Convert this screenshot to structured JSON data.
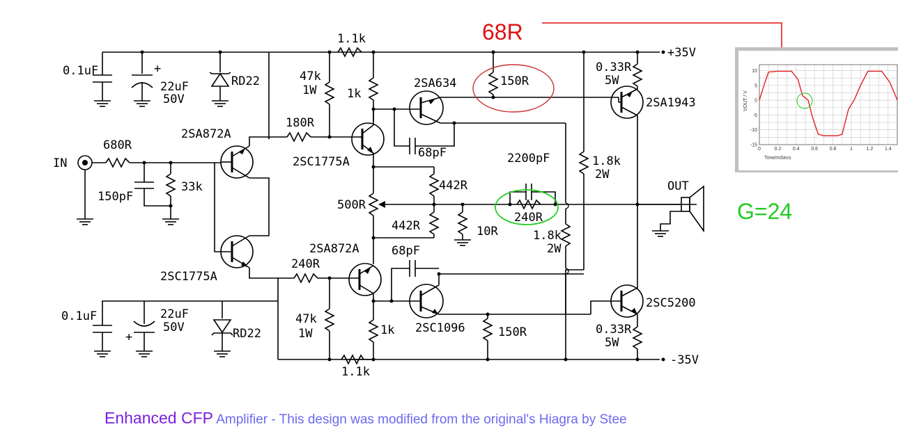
{
  "labels": {
    "c_pos_filter": "0.1uF",
    "c_pos_elec": "22uF",
    "c_pos_elec_v": "50V",
    "plus_sign": "+",
    "z_pos": "RD22",
    "r_top_bias": "47k",
    "r_top_bias_w": "1W",
    "r_top": "1.1k",
    "r_top_1k": "1k",
    "q_in_p": "2SA872A",
    "r_180": "180R",
    "q_vas_top": "2SC1775A",
    "r_680": "680R",
    "in": "IN",
    "c_150": "150pF",
    "r_33k": "33k",
    "q_pre_p": "2SA634",
    "r_150_top": "150R",
    "c_68_top": "68pF",
    "c_2200": "2200pF",
    "r_442_a": "442R",
    "r_500": "500R",
    "r_442_b": "442R",
    "r_10": "10R",
    "r_240_fb": "240R",
    "r_1k8_top": "1.8k",
    "r_1k8_top_w": "2W",
    "r_1k8_bot": "1.8k",
    "r_1k8_bot_w": "2W",
    "q_out_p": "2SA1943",
    "r_033_top": "0.33R",
    "r_033_top_w": "5W",
    "v_pos": "+35V",
    "out": "OUT",
    "q_in_n": "2SC1775A",
    "r_240_bot": "240R",
    "q_vas_bot": "2SA872A",
    "c_68_bot": "68pF",
    "q_pre_n": "2SC1096",
    "r_150_bot": "150R",
    "q_out_n": "2SC5200",
    "r_033_bot": "0.33R",
    "r_033_bot_w": "5W",
    "v_neg": "-35V",
    "c_neg_filter": "0.1uF",
    "c_neg_elec": "22uF",
    "c_neg_elec_v": "50V",
    "z_neg": "RD22",
    "r_bot_bias": "47k",
    "r_bot_bias_w": "1W",
    "r_bot_1k": "1k",
    "r_bot": "1.1k"
  },
  "annotations": {
    "red_value": "68R",
    "gain": "G=24",
    "red_color": "#e01010",
    "green_color": "#22cc22"
  },
  "scope": {
    "ylabel": "VOUT / V",
    "xlabel": "Time/mSecs",
    "y_ticks": [
      "10",
      "5",
      "0",
      "-5",
      "-10",
      "-15"
    ],
    "x_ticks": [
      "0",
      "0.2",
      "0.4",
      "0.6",
      "0.8",
      "1",
      "1.2",
      "1.4"
    ],
    "xlim": [
      0,
      1.5
    ],
    "ylim": [
      -15,
      12
    ],
    "trace_color": "#e02020",
    "trace": [
      [
        0,
        0
      ],
      [
        0.05,
        5
      ],
      [
        0.1,
        9.5
      ],
      [
        0.2,
        9.8
      ],
      [
        0.35,
        9.8
      ],
      [
        0.42,
        7
      ],
      [
        0.47,
        1.5
      ],
      [
        0.5,
        0.8
      ],
      [
        0.53,
        0
      ],
      [
        0.58,
        -6
      ],
      [
        0.64,
        -11.5
      ],
      [
        0.7,
        -12
      ],
      [
        0.85,
        -12
      ],
      [
        0.9,
        -11.5
      ],
      [
        0.97,
        -3
      ],
      [
        1.03,
        0
      ],
      [
        1.1,
        5
      ],
      [
        1.18,
        9.8
      ],
      [
        1.33,
        9.8
      ],
      [
        1.42,
        6
      ],
      [
        1.5,
        0
      ]
    ]
  },
  "caption": {
    "title": "Enhanced CFP",
    "rest": " Amplifier - This design was modified from the original's Hiagra by Stee"
  }
}
